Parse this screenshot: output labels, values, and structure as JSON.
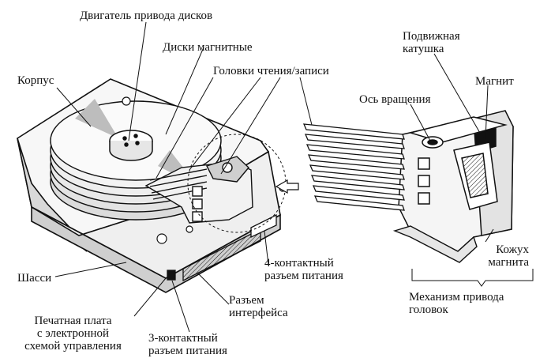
{
  "labels": {
    "disk_motor": "Двигатель привода дисков",
    "magnetic_disks": "Диски магнитные",
    "housing": "Корпус",
    "rw_heads": "Головки чтения/записи",
    "moving_coil_l1": "Подвижная",
    "moving_coil_l2": "катушка",
    "magnet": "Магнит",
    "rotation_axis": "Ось вращения",
    "chassis": "Шасси",
    "power_4pin_l1": "4-контактный",
    "power_4pin_l2": "разъем питания",
    "magnet_cover_l1": "Кожух",
    "magnet_cover_l2": "магнита",
    "interface_l1": "Разъем",
    "interface_l2": "интерфейса",
    "head_actuator_l1": "Механизм привода",
    "head_actuator_l2": "головок",
    "pcb_l1": "Печатная плата",
    "pcb_l2": "с электронной",
    "pcb_l3": "схемой управления",
    "power_3pin_l1": "3-контактный",
    "power_3pin_l2": "разъем питания"
  },
  "colors": {
    "ink": "#111111",
    "paper": "#ffffff",
    "platter": "#e9e9e9",
    "shade": "#bdbdbd"
  }
}
